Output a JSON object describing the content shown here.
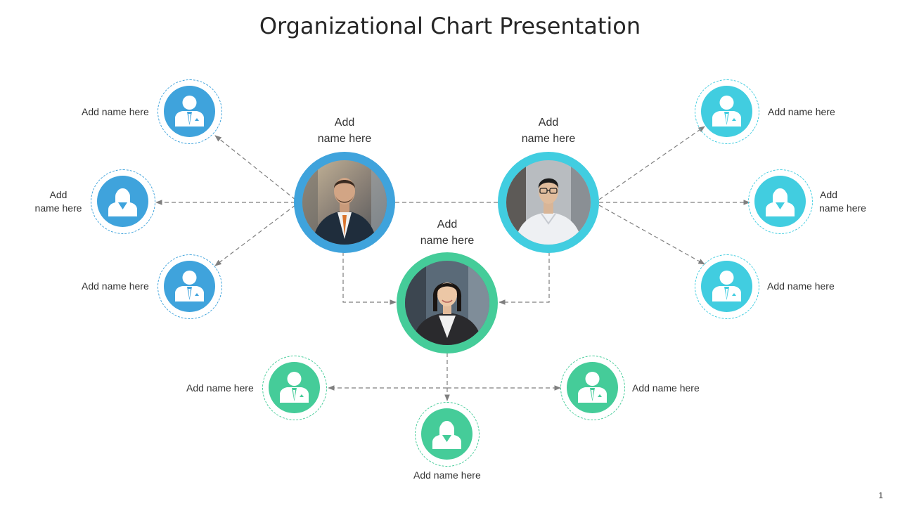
{
  "slide": {
    "title": "Organizational Chart Presentation",
    "page_number": "1"
  },
  "colors": {
    "blue": "#3fa3dc",
    "cyan": "#41cde0",
    "green": "#45cc99",
    "connector": "#7f7f7f"
  },
  "leaders": [
    {
      "id": "leader-left",
      "label_line1": "Add",
      "label_line2": "name here",
      "color": "blue",
      "photo": "man-in-dark-suit-orange-tie"
    },
    {
      "id": "leader-right",
      "label_line1": "Add",
      "label_line2": "name here",
      "color": "cyan",
      "photo": "man-in-white-shirt-glasses"
    },
    {
      "id": "leader-center",
      "label_line1": "Add",
      "label_line2": "name here",
      "color": "green",
      "photo": "woman-in-dark-blazer"
    }
  ],
  "members": [
    {
      "id": "left-top",
      "label": "Add name here",
      "icon": "male-user-icon",
      "color": "blue"
    },
    {
      "id": "left-middle",
      "label_line1": "Add",
      "label_line2": "name here",
      "icon": "female-user-icon",
      "color": "blue"
    },
    {
      "id": "left-bottom",
      "label": "Add name here",
      "icon": "male-user-icon",
      "color": "blue"
    },
    {
      "id": "right-top",
      "label": "Add name here",
      "icon": "male-user-icon",
      "color": "cyan"
    },
    {
      "id": "right-middle",
      "label_line1": "Add",
      "label_line2": "name here",
      "icon": "female-user-icon",
      "color": "cyan"
    },
    {
      "id": "right-bottom",
      "label": "Add name here",
      "icon": "male-user-icon",
      "color": "cyan"
    },
    {
      "id": "bottom-left",
      "label": "Add name here",
      "icon": "male-user-icon",
      "color": "green"
    },
    {
      "id": "bottom-center",
      "label": "Add name here",
      "icon": "female-user-icon",
      "color": "green"
    },
    {
      "id": "bottom-right",
      "label": "Add name here",
      "icon": "male-user-icon",
      "color": "green"
    }
  ]
}
